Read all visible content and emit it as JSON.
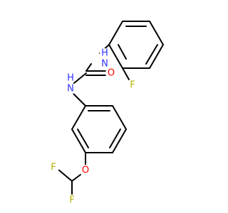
{
  "molecule": {
    "atoms": [
      {
        "id": "N1",
        "label": "N"
      },
      {
        "id": "H1",
        "label": "H"
      },
      {
        "id": "O1",
        "label": "O"
      },
      {
        "id": "N2",
        "label": "N"
      },
      {
        "id": "H2",
        "label": "H"
      },
      {
        "id": "F1",
        "label": "F"
      },
      {
        "id": "O2",
        "label": "O"
      },
      {
        "id": "F2",
        "label": "F"
      },
      {
        "id": "F3",
        "label": "F"
      }
    ],
    "colors": {
      "N": "#3333ff",
      "O": "#ff0000",
      "F": "#b3b300",
      "bond": "#000000"
    }
  }
}
